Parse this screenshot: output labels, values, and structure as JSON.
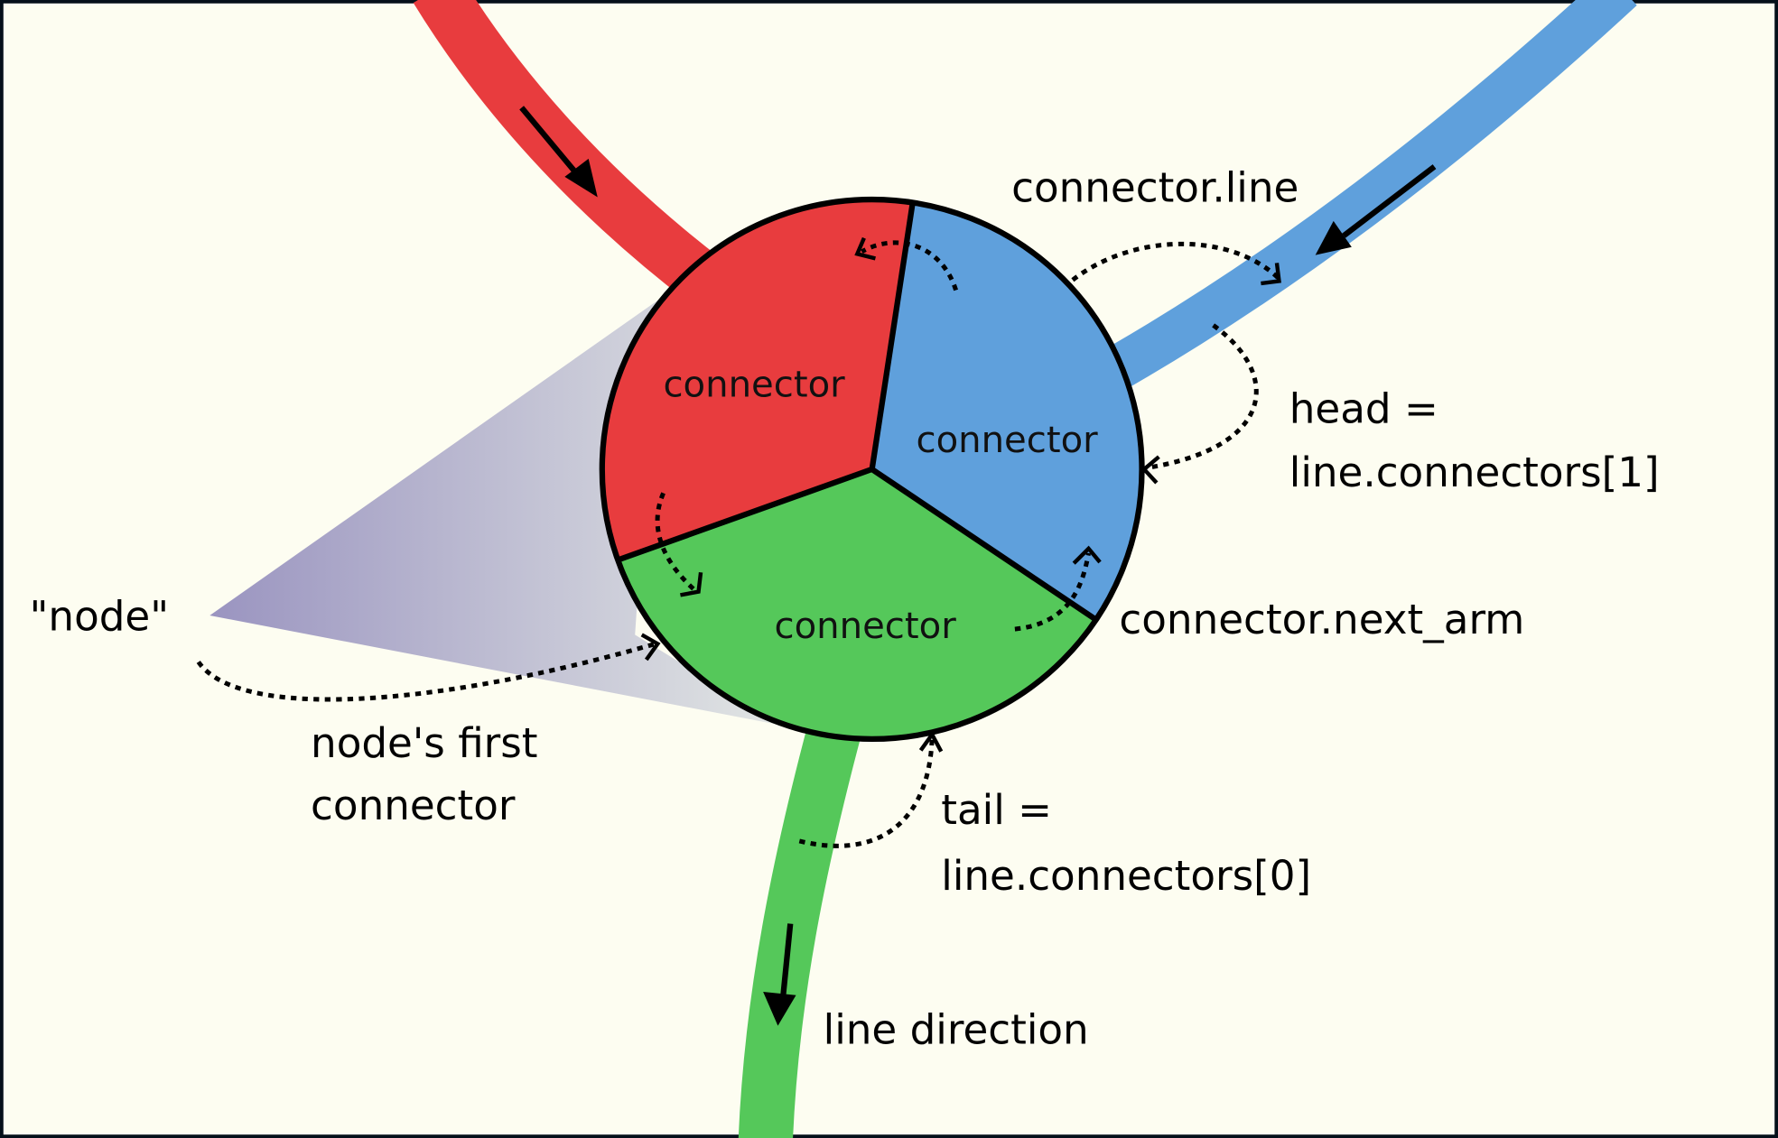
{
  "colors": {
    "background": "#fdfdf1",
    "border": "#05101a",
    "red": "#e83c3e",
    "blue": "#5fa0dc",
    "green": "#55c85a",
    "node_gradient_start": "#9a94c0",
    "node_gradient_end": "#e2e6e4"
  },
  "sectors": [
    {
      "label": "connector",
      "color": "red"
    },
    {
      "label": "connector",
      "color": "blue"
    },
    {
      "label": "connector",
      "color": "green"
    }
  ],
  "labels": {
    "node": "\"node\"",
    "nodes_first_connector_line1": "node's first",
    "nodes_first_connector_line2": "connector",
    "connector_line": "connector.line",
    "head_line1": "head =",
    "head_line2": "line.connectors[1]",
    "next_arm": "connector.next_arm",
    "tail_line1": "tail =",
    "tail_line2": "line.connectors[0]",
    "line_direction": "line direction"
  },
  "icons": {
    "direction_arrows": [
      "arrow-down-right-icon",
      "arrow-down-left-icon",
      "arrow-down-icon"
    ]
  }
}
